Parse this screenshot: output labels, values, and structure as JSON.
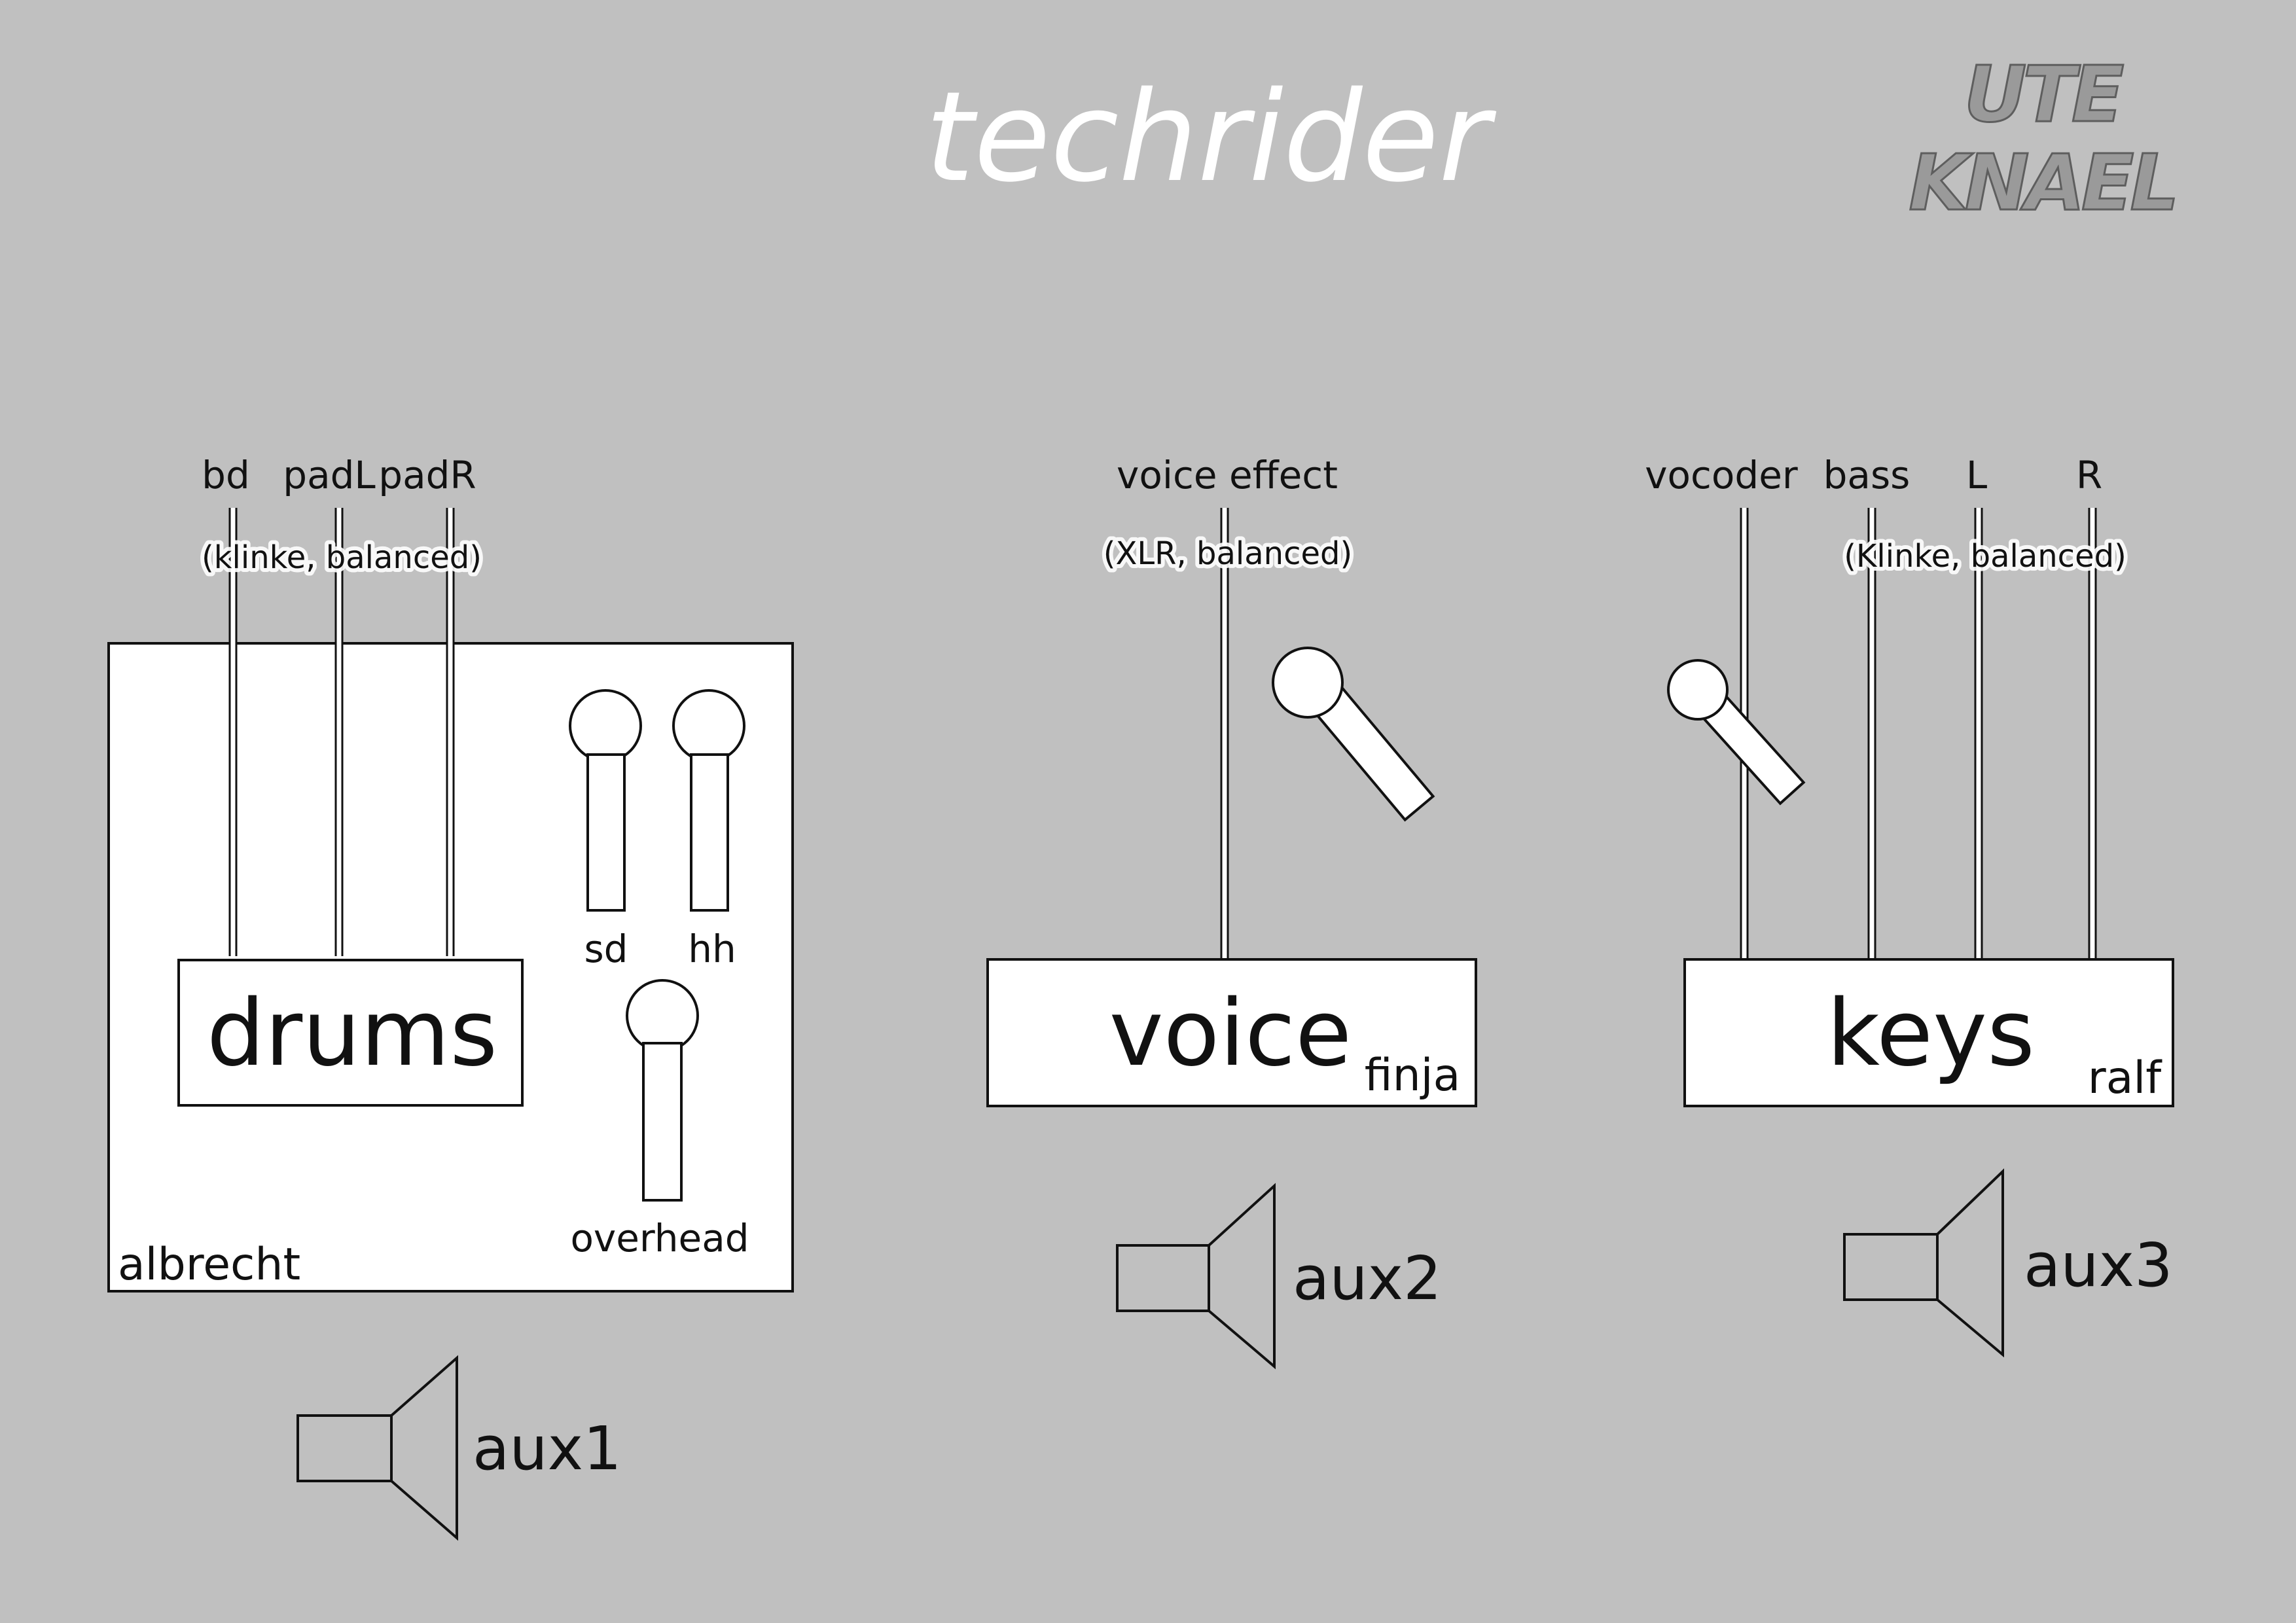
{
  "title": "techrider",
  "logo": {
    "line1": "UTE",
    "line2": "KNAEL"
  },
  "drums": {
    "label": "drums",
    "player": "albrecht",
    "inputs": [
      "bd",
      "padL",
      "padR"
    ],
    "connector_note": "(klinke, balanced)",
    "mics": [
      "sd",
      "hh",
      "overhead"
    ],
    "monitor": "aux1"
  },
  "voice": {
    "label": "voice",
    "player": "finja",
    "inputs": [
      "voice effect"
    ],
    "connector_note": "(XLR, balanced)",
    "monitor": "aux2"
  },
  "keys": {
    "label": "keys",
    "player": "ralf",
    "inputs": [
      "vocoder",
      "bass",
      "L",
      "R"
    ],
    "connector_note": "(Klinke, balanced)",
    "monitor": "aux3"
  },
  "colors": {
    "background": "#c0c0c0",
    "box": "#ffffff",
    "line": "#111111",
    "title": "#ffffff"
  }
}
